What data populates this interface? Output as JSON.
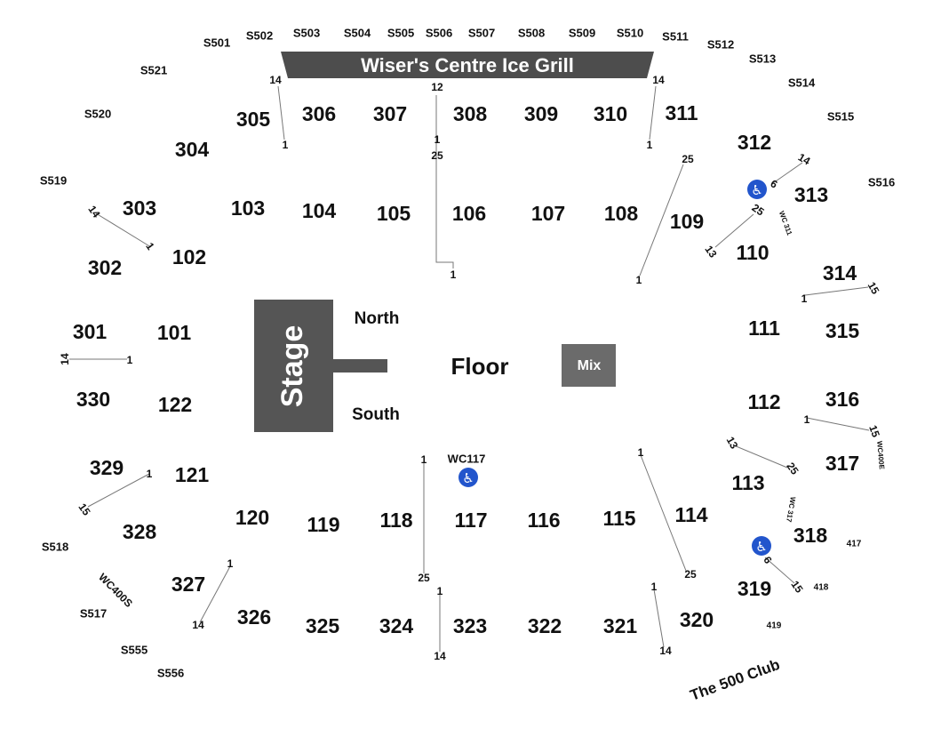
{
  "venue": {
    "banner_label": "Wiser's Centre Ice Grill",
    "stage_label": "Stage",
    "floor_label": "Floor",
    "north_label": "North",
    "south_label": "South",
    "mix_label": "Mix",
    "club_label": "The 500 Club"
  },
  "colors": {
    "stage_fill": "#555555",
    "banner_fill": "#4d4d4d",
    "mix_fill": "#6b6b6b",
    "accessible_icon": "#2255cc",
    "text": "#111111"
  },
  "sections_100": [
    "101",
    "102",
    "103",
    "104",
    "105",
    "106",
    "107",
    "108",
    "109",
    "110",
    "111",
    "112",
    "113",
    "114",
    "115",
    "116",
    "117",
    "118",
    "119",
    "120",
    "121",
    "122"
  ],
  "sections_300": [
    "301",
    "302",
    "303",
    "304",
    "305",
    "306",
    "307",
    "308",
    "309",
    "310",
    "311",
    "312",
    "313",
    "314",
    "315",
    "316",
    "317",
    "318",
    "319",
    "320",
    "321",
    "322",
    "323",
    "324",
    "325",
    "326",
    "327",
    "328",
    "329",
    "330"
  ],
  "suites": [
    "S501",
    "S502",
    "S503",
    "S504",
    "S505",
    "S506",
    "S507",
    "S508",
    "S509",
    "S510",
    "S511",
    "S512",
    "S513",
    "S514",
    "S515",
    "S516",
    "S517",
    "S518",
    "S519",
    "S520",
    "S521",
    "S555",
    "S556"
  ],
  "boxes_400": [
    "417",
    "418",
    "419"
  ],
  "accessible_labels": [
    "WC117",
    "WC 311",
    "WC 317",
    "WC400E",
    "WC400S"
  ],
  "accessible_icon": "wheelchair-icon",
  "row_markers": [
    {
      "line": "305-306",
      "start": "14",
      "end": "1"
    },
    {
      "line": "106",
      "start": "12",
      "end": "1"
    },
    {
      "line": "106-107",
      "start": "25",
      "end": "1"
    },
    {
      "line": "310-311",
      "start": "14",
      "end": "1"
    },
    {
      "line": "108-109",
      "start": "25",
      "end": "1"
    },
    {
      "line": "312-313",
      "start": "14",
      "end": "6"
    },
    {
      "line": "109-110",
      "start": "25",
      "end": "13"
    },
    {
      "line": "314",
      "start": "15",
      "end": "1"
    },
    {
      "line": "303-302",
      "start": "14",
      "end": "1"
    },
    {
      "line": "301-330",
      "start": "14",
      "end": "1"
    },
    {
      "line": "316-317",
      "start": "15",
      "end": "1"
    },
    {
      "line": "112-113",
      "start": "13",
      "end": "25"
    },
    {
      "line": "329-328",
      "start": "1",
      "end": "15"
    },
    {
      "line": "117-118",
      "start": "1",
      "end": "25"
    },
    {
      "line": "114-115",
      "start": "1",
      "end": "25"
    },
    {
      "line": "318-319",
      "start": "6",
      "end": "15"
    },
    {
      "line": "326-327",
      "start": "1",
      "end": "14"
    },
    {
      "line": "323-324",
      "start": "1",
      "end": "14"
    },
    {
      "line": "320-321",
      "start": "1",
      "end": "14"
    }
  ]
}
